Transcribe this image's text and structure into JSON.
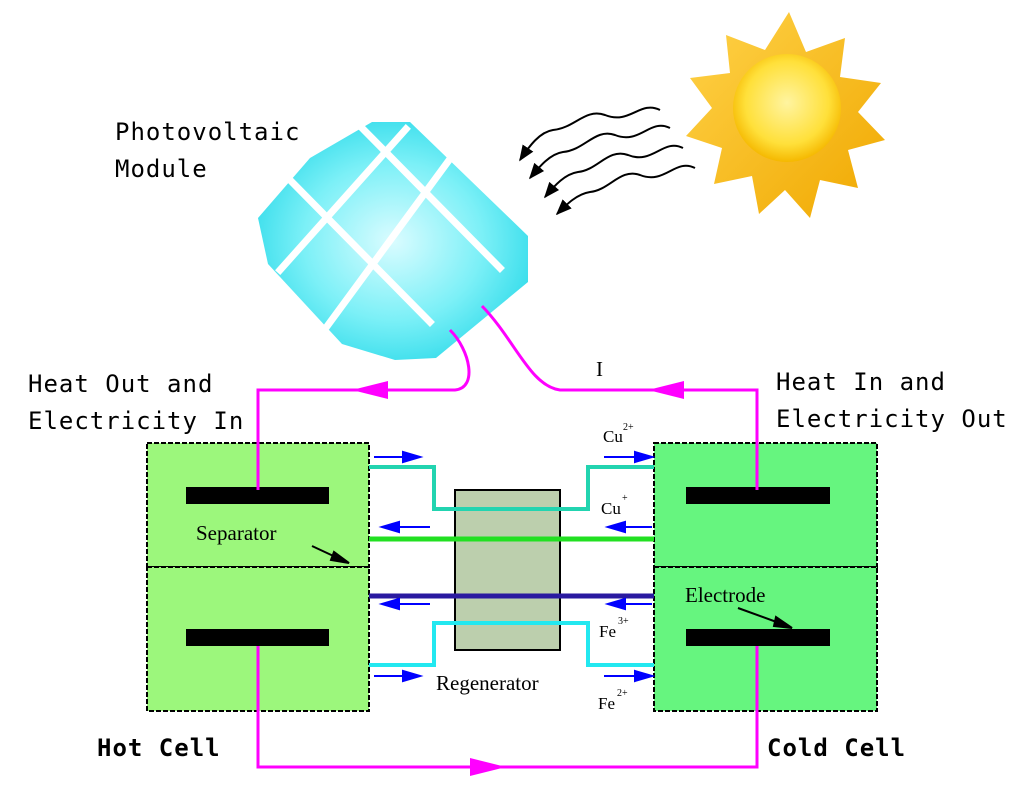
{
  "labels": {
    "pv_line1": "Photovoltaic",
    "pv_line2": "Module",
    "hot_line1": "Heat Out and",
    "hot_line2": "Electricity In",
    "cold_line1": "Heat In and",
    "cold_line2": "Electricity Out",
    "current": "I",
    "separator": "Separator",
    "electrode": "Electrode",
    "regenerator": "Regenerator",
    "hot_cell": "Hot Cell",
    "cold_cell": "Cold Cell"
  },
  "ions": {
    "cu2": {
      "base": "Cu",
      "charge": "2+"
    },
    "cu1": {
      "base": "Cu",
      "charge": "+"
    },
    "fe3": {
      "base": "Fe",
      "charge": "3+"
    },
    "fe2": {
      "base": "Fe",
      "charge": "2+"
    }
  },
  "colors": {
    "hot_cell_fill": "#9cf77c",
    "cold_cell_fill": "#66f57f",
    "regenerator_fill": "#bccfad",
    "wire": "#ff00ff",
    "flow_arrow": "#0000ff",
    "pipe_cu": "#22d4b0",
    "separator_line": "#22e022",
    "pipe_fe3": "#2a1aa0",
    "pipe_fe": "#22e8f0",
    "pv_panel": "#3ce6f0",
    "sun_body": "#ffd11a"
  }
}
